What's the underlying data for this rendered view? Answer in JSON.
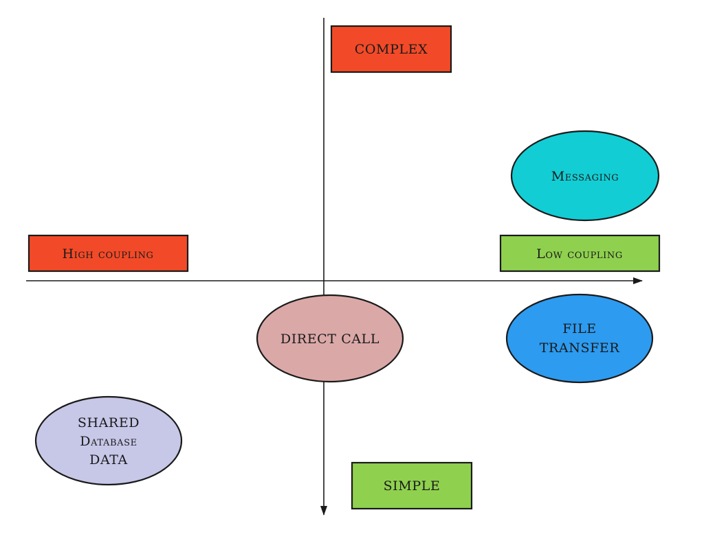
{
  "axes": {
    "top": {
      "label": "COMPLEX",
      "color": "#f24a28"
    },
    "bottom": {
      "label": "SIMPLE",
      "color": "#8fd14f"
    },
    "left": {
      "label": "High coupling",
      "color": "#f24a28"
    },
    "right": {
      "label": "Low coupling",
      "color": "#8fd14f"
    }
  },
  "nodes": {
    "messaging": {
      "label": "Messaging",
      "color": "#12cdd4"
    },
    "file_transfer": {
      "line1": "FILE",
      "line2": "TRANSFER",
      "color": "#2d9bf0"
    },
    "direct_call": {
      "label": "DIRECT CALL",
      "color": "#dba8a8"
    },
    "shared_database": {
      "line1": "SHARED",
      "line2": "Database",
      "line3": "DATA",
      "color": "#c7c7e8"
    }
  }
}
